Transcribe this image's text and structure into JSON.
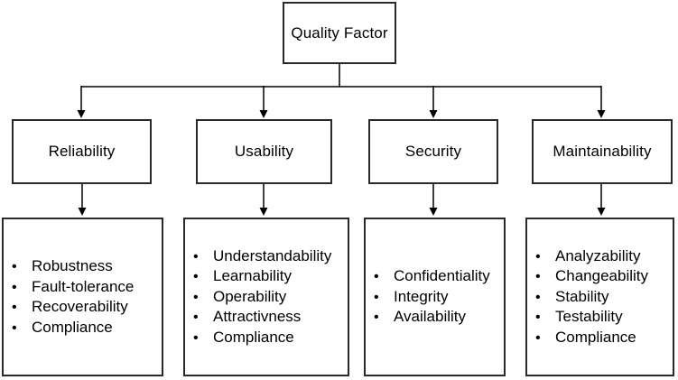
{
  "diagram": {
    "root": {
      "label": "Quality Factor"
    },
    "branches": [
      {
        "label": "Reliability",
        "items": [
          "Robustness",
          "Fault-tolerance",
          "Recoverability",
          "Compliance"
        ]
      },
      {
        "label": "Usability",
        "items": [
          "Understandability",
          "Learnability",
          "Operability",
          "Attractivness",
          "Compliance"
        ]
      },
      {
        "label": "Security",
        "items": [
          "Confidentiality",
          "Integrity",
          "Availability"
        ]
      },
      {
        "label": "Maintainability",
        "items": [
          "Analyzability",
          "Changeability",
          "Stability",
          "Testability",
          "Compliance"
        ]
      }
    ]
  },
  "icons": {
    "bullet": "•"
  },
  "colors": {
    "background": "#ffffff",
    "border": "#2a2a2a",
    "line": "#000000",
    "text": "#000000"
  }
}
